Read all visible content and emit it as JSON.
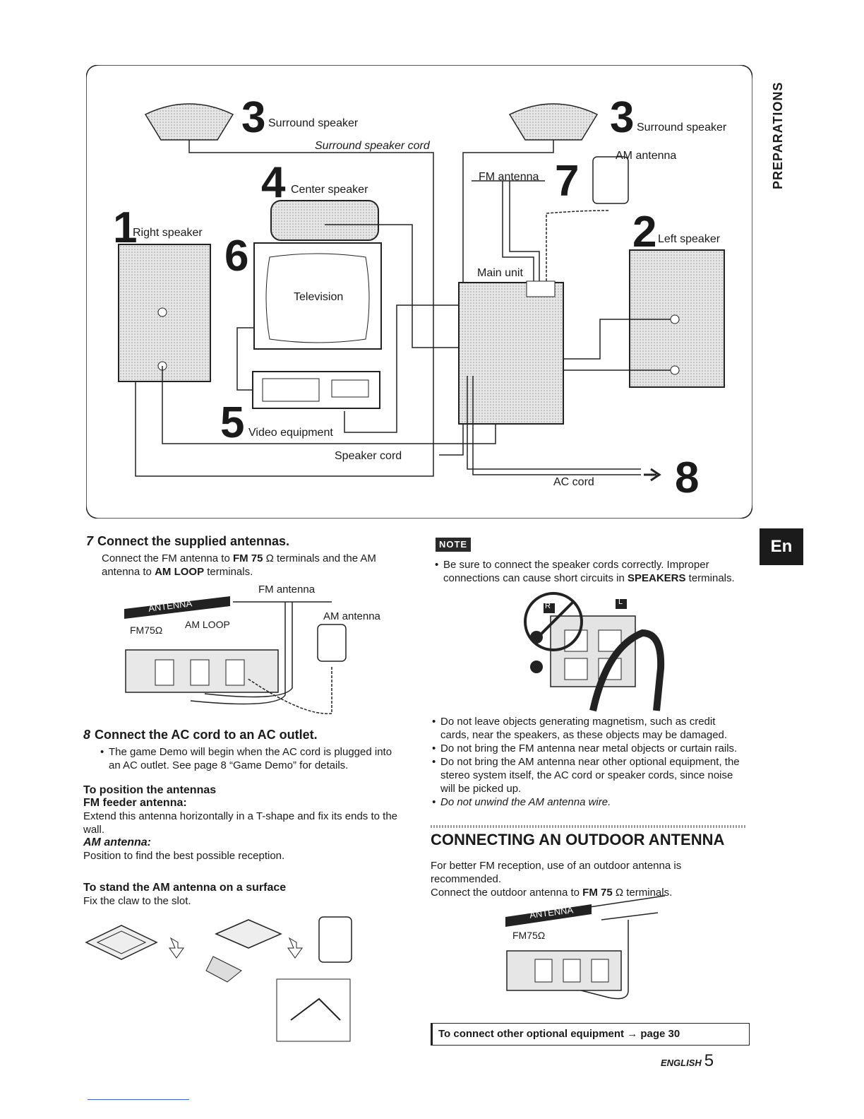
{
  "side_tab": "PREPARATIONS",
  "lang_tab": "En",
  "diagram": {
    "n1": "1",
    "right_speaker": "Right speaker",
    "n2": "2",
    "left_speaker": "Left speaker",
    "n3a": "3",
    "surround_a": "Surround speaker",
    "n3b": "3",
    "surround_b": "Surround speaker",
    "surround_cord": "Surround speaker cord",
    "n4": "4",
    "center_speaker": "Center speaker",
    "n5": "5",
    "video_equipment": "Video equipment",
    "n6": "6",
    "television": "Television",
    "n7": "7",
    "fm_antenna": "FM antenna",
    "am_antenna": "AM antenna",
    "main_unit": "Main unit",
    "speaker_cord": "Speaker cord",
    "ac_cord": "AC cord",
    "n8": "8"
  },
  "step7": {
    "num": "7",
    "title": "Connect the supplied antennas.",
    "t1": "Connect the FM antenna to ",
    "t1b": "FM 75",
    "t1c": " Ω terminals and the AM antenna to ",
    "t1d": "AM LOOP",
    "t1e": " terminals.",
    "fig_fm": "FM antenna",
    "fig_am": "AM antenna",
    "fig_antenna": "ANTENNA",
    "fig_fm75": "FM75Ω",
    "fig_amloop": "AM LOOP"
  },
  "step8": {
    "num": "8",
    "title": "Connect the AC cord to an AC outlet.",
    "bullet": "The game Demo will begin when the AC cord is plugged into an AC outlet. See page 8 “Game Demo” for details."
  },
  "position": {
    "title": "To position the antennas",
    "fm_h": "FM feeder antenna:",
    "fm_t": "Extend this antenna horizontally in a T-shape and fix its ends to the wall.",
    "am_h": "AM antenna:",
    "am_t": "Position to find the best possible reception."
  },
  "stand": {
    "title": "To stand the AM antenna on a surface",
    "text": "Fix the claw to the slot."
  },
  "note": {
    "badge": "NOTE",
    "b1a": "Be sure to connect the speaker cords correctly. Improper connections can cause short circuits in ",
    "b1b": "SPEAKERS",
    "b1c": " terminals.",
    "fig_r": "R",
    "fig_l": "L",
    "b2": "Do not leave objects generating magnetism, such as credit cards, near the speakers, as these objects may be damaged.",
    "b3": "Do not bring the FM antenna near metal objects or curtain rails.",
    "b4": "Do not bring the AM antenna near other optional equipment, the stereo system itself, the AC cord or speaker cords, since noise will be picked up.",
    "b5": "Do not unwind the AM antenna wire."
  },
  "outdoor": {
    "title": "CONNECTING AN OUTDOOR ANTENNA",
    "t1": "For better FM reception, use of an outdoor antenna is recommended.",
    "t2a": "Connect the outdoor antenna to ",
    "t2b": "FM 75",
    "t2c": " Ω terminals.",
    "fig_antenna": "ANTENNA",
    "fig_fm75": "FM75Ω"
  },
  "ref": "To connect other optional equipment → page 30",
  "footer": {
    "lang": "ENGLISH",
    "page": "5"
  }
}
